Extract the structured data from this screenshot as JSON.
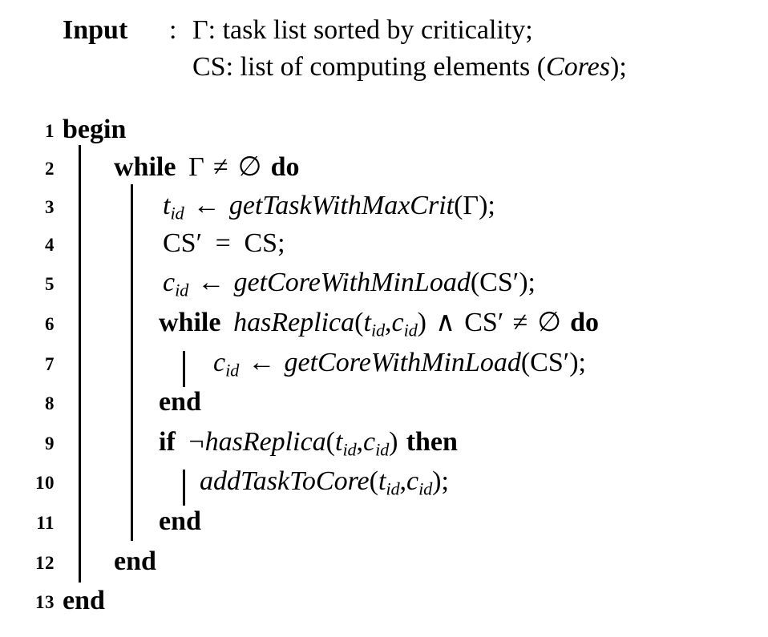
{
  "algorithm": {
    "header": {
      "keyword": "Input",
      "separator": ":",
      "lines": [
        {
          "symbol": "Γ",
          "description": ": task list sorted by criticality;",
          "full_text": "Γ: task list sorted by criticality;"
        },
        {
          "symbol": "CS",
          "description": ": list of computing elements (Cores);",
          "paren_italic": "Cores",
          "full_text": "CS: list of computing elements (Cores);"
        }
      ]
    },
    "lines": [
      {
        "number": "1",
        "indent": 0,
        "keyword": "begin",
        "text": "begin"
      },
      {
        "number": "2",
        "indent": 1,
        "keyword": "while",
        "condition": "Γ ≠ ∅",
        "trailing_keyword": "do",
        "text": "while Γ ≠ ∅ do"
      },
      {
        "number": "3",
        "indent": 2,
        "lhs": "t",
        "lhs_sub": "id",
        "operator": "←",
        "call": "getTaskWithMaxCrit",
        "args": "Γ",
        "text": "t_id ← getTaskWithMaxCrit(Γ);"
      },
      {
        "number": "4",
        "indent": 2,
        "lhs": "CS′",
        "operator": "=",
        "rhs": "CS",
        "text": "CS′ = CS;"
      },
      {
        "number": "5",
        "indent": 2,
        "lhs": "c",
        "lhs_sub": "id",
        "operator": "←",
        "call": "getCoreWithMinLoad",
        "args": "CS′",
        "text": "c_id ← getCoreWithMinLoad(CS′);"
      },
      {
        "number": "6",
        "indent": 2,
        "keyword": "while",
        "call": "hasReplica",
        "args": "t_id, c_id",
        "conjunction": "∧",
        "condition2": "CS′ ≠ ∅",
        "trailing_keyword": "do",
        "text": "while hasReplica(t_id, c_id) ∧ CS′ ≠ ∅ do"
      },
      {
        "number": "7",
        "indent": 3,
        "lhs": "c",
        "lhs_sub": "id",
        "operator": "←",
        "call": "getCoreWithMinLoad",
        "args": "CS′",
        "text": "c_id ← getCoreWithMinLoad(CS′);"
      },
      {
        "number": "8",
        "indent": 2,
        "keyword": "end",
        "text": "end"
      },
      {
        "number": "9",
        "indent": 2,
        "keyword": "if",
        "negation": "¬",
        "call": "hasReplica",
        "args": "t_id, c_id",
        "trailing_keyword": "then",
        "text": "if ¬hasReplica(t_id, c_id) then"
      },
      {
        "number": "10",
        "indent": 3,
        "call": "addTaskToCore",
        "args": "t_id, c_id",
        "text": "addTaskToCore(t_id, c_id);"
      },
      {
        "number": "11",
        "indent": 2,
        "keyword": "end",
        "text": "end"
      },
      {
        "number": "12",
        "indent": 1,
        "keyword": "end",
        "text": "end"
      },
      {
        "number": "13",
        "indent": 0,
        "keyword": "end",
        "text": "end"
      }
    ],
    "tokens": {
      "kw_begin": "begin",
      "kw_while": "while",
      "kw_do": "do",
      "kw_end": "end",
      "kw_if": "if",
      "kw_then": "then",
      "sym_gamma": "Γ",
      "sym_neq": "≠",
      "sym_emptyset": "∅",
      "sym_leftarrow": "←",
      "sym_and": "∧",
      "sym_not": "¬",
      "sym_eq": "=",
      "sym_semicolon": ";",
      "sym_comma": ",",
      "sym_lparen": "(",
      "sym_rparen": ")",
      "var_t": "t",
      "var_c": "c",
      "var_cs": "CS",
      "var_csprime": "CS′",
      "sub_id": "id",
      "fn_getTaskWithMaxCrit": "getTaskWithMaxCrit",
      "fn_getCoreWithMinLoad": "getCoreWithMinLoad",
      "fn_hasReplica": "hasReplica",
      "fn_addTaskToCore": "addTaskToCore"
    },
    "colors": {
      "text": "#000000",
      "background": "#ffffff",
      "rule": "#000000"
    }
  }
}
